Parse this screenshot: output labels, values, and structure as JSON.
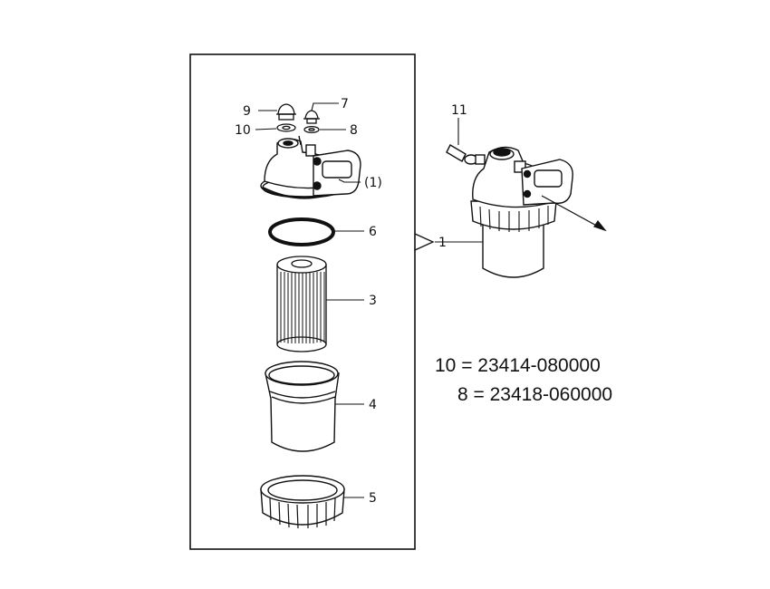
{
  "callouts": {
    "c9": "9",
    "c10": "10",
    "c7": "7",
    "c8": "8",
    "c1_paren": "(1)",
    "c6": "6",
    "c3": "3",
    "c4": "4",
    "c5": "5",
    "c1": "1",
    "c11": "11"
  },
  "part_notes": [
    "10 = 23414-080000",
    "8 = 23418-060000"
  ]
}
